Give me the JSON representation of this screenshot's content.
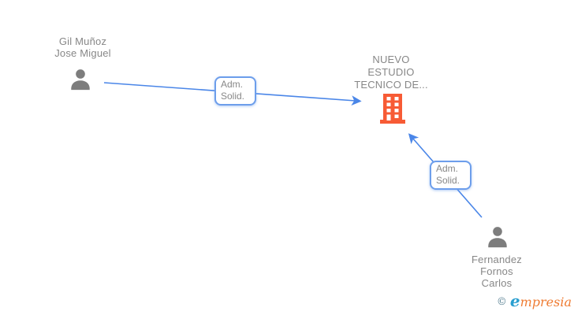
{
  "diagram": {
    "nodes": {
      "person1": {
        "type": "person",
        "icon": "person-icon",
        "line1": "Gil Muñoz",
        "line2": "Jose Miguel"
      },
      "company": {
        "type": "company",
        "icon": "building-icon",
        "line1": "NUEVO",
        "line2": "ESTUDIO",
        "line3": "TECNICO DE..."
      },
      "person2": {
        "type": "person",
        "icon": "person-icon",
        "line1": "Fernandez",
        "line2": "Fornos",
        "line3": "Carlos"
      }
    },
    "edges": {
      "edge1": {
        "from": "person1",
        "to": "company",
        "line1": "Adm.",
        "line2": "Solid."
      },
      "edge2": {
        "from": "person2",
        "to": "company",
        "line1": "Adm.",
        "line2": "Solid."
      }
    },
    "colors": {
      "arrow_blue": "#4a86e8",
      "label_border_blue": "#6d9eeb",
      "text_gray": "#878787",
      "person_icon_gray": "#7d7d7d",
      "company_icon_orange": "#f75b35"
    }
  },
  "footer": {
    "copyright_symbol": "©",
    "brand_initial": "e",
    "brand_rest": "mpresia"
  }
}
